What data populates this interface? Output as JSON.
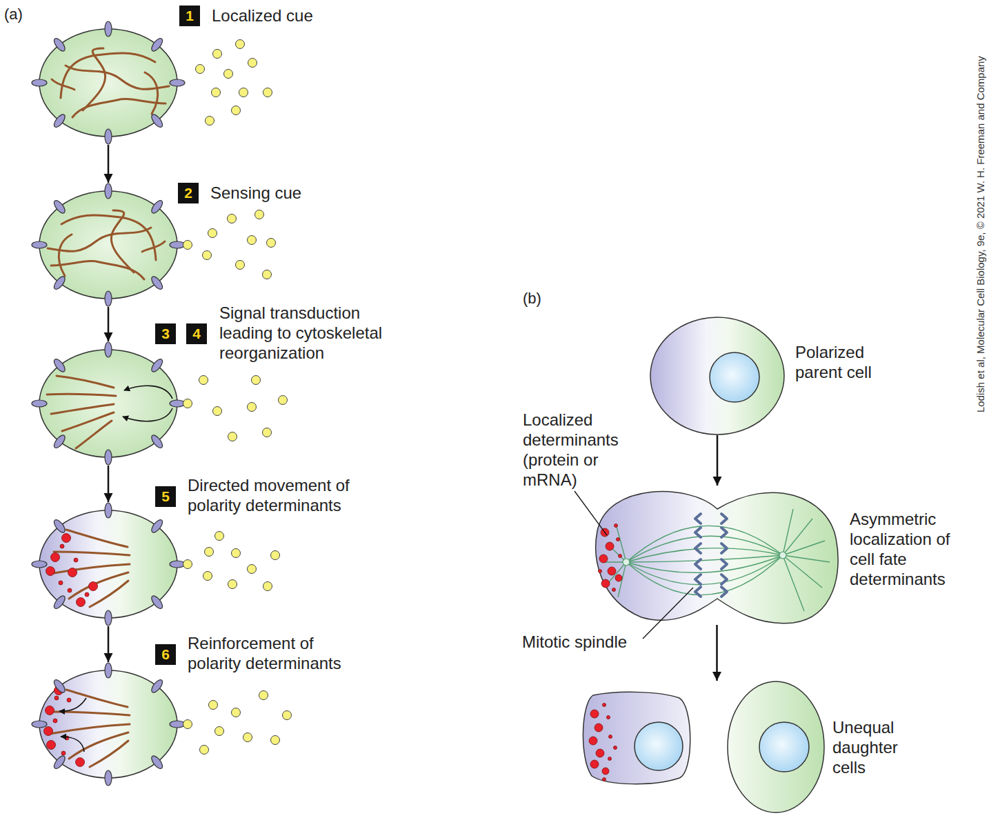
{
  "diagram": {
    "nodes": [
      {
        "text": [
          "1",
          "Localized cue"
        ]
      },
      {
        "text": [
          "2",
          "Sensing cue"
        ]
      },
      {
        "text": [
          "3",
          "4",
          "Signal transduction leading to cytoskeletal reorganization"
        ]
      },
      {
        "text": [
          "5",
          "Directed movement of polarity determinants"
        ]
      },
      {
        "text": [
          "6",
          "Reinforcement of polarity determinants"
        ]
      },
      {
        "text": [
          "Polarized parent cell"
        ]
      },
      {
        "text": [
          "Asymmetric localization of cell fate determinants"
        ]
      },
      {
        "text": [
          "Unequal daughter cells"
        ]
      }
    ],
    "edges": [
      {
        "from": 0,
        "to": 1,
        "arrow": "to"
      },
      {
        "from": 1,
        "to": 2,
        "arrow": "to"
      },
      {
        "from": 2,
        "to": 3,
        "arrow": "to"
      },
      {
        "from": 3,
        "to": 4,
        "arrow": "to"
      },
      {
        "from": 5,
        "to": 6,
        "arrow": "to"
      },
      {
        "from": 6,
        "to": 7,
        "arrow": "to"
      }
    ],
    "labels": [
      "(a)",
      "(b)",
      "Localized determinants (protein or mRNA)",
      "Mitotic spindle",
      "Lodish et al, Molecular Cell Biology, 9e, © 2021 W. H. Freeman and Company"
    ]
  }
}
